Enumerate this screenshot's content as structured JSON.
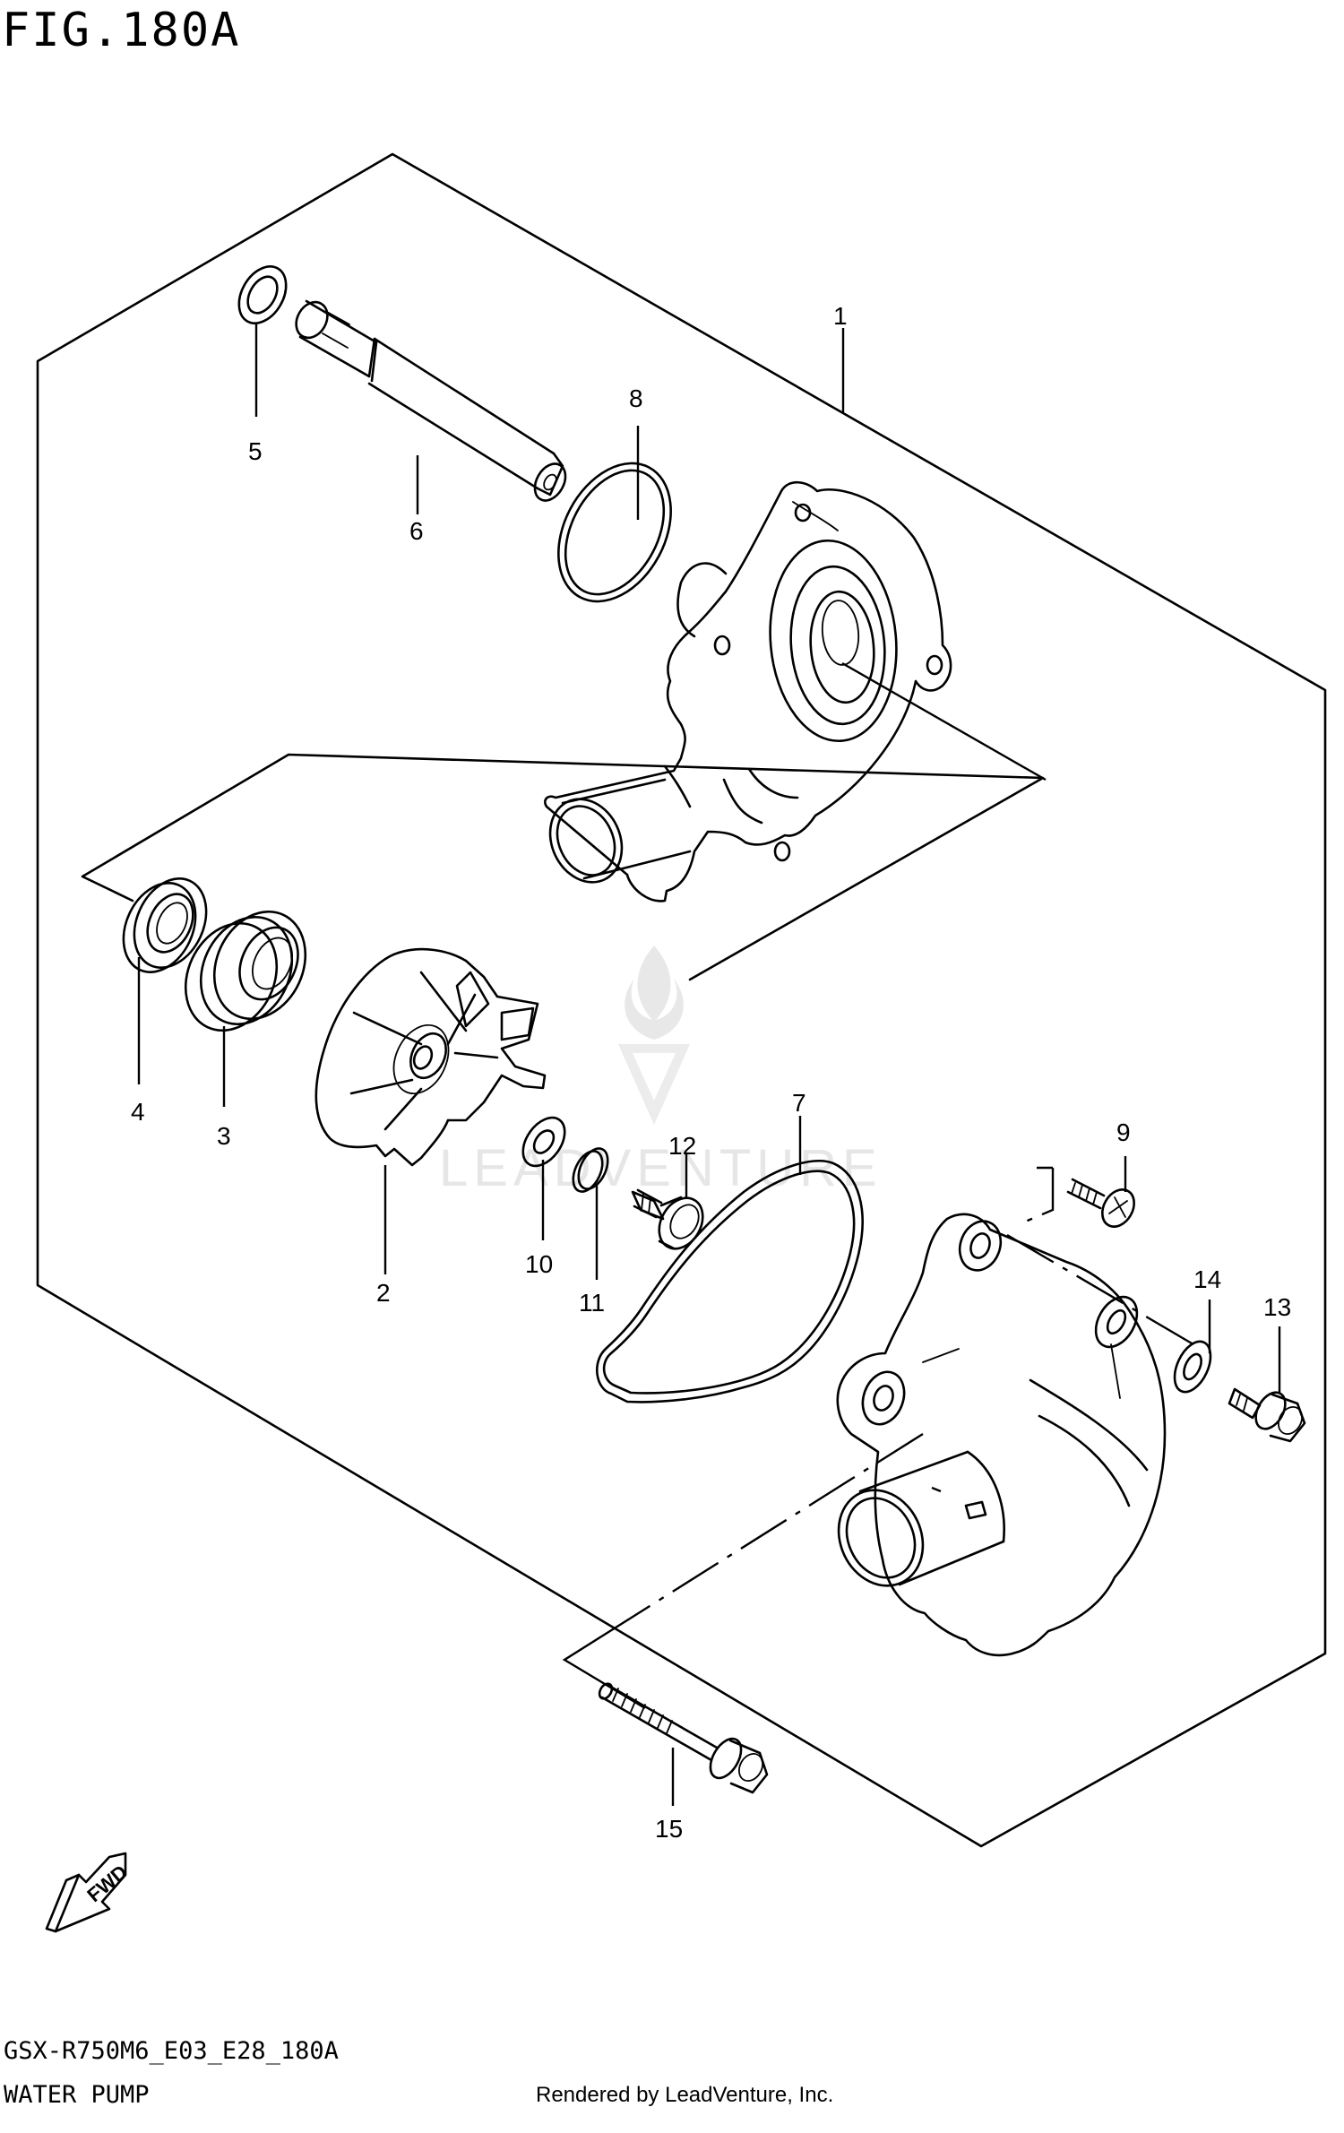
{
  "figure": {
    "title": "FIG.180A"
  },
  "footer": {
    "model_code": "GSX-R750M6_E03_E28_180A",
    "assembly_name": "WATER PUMP",
    "rendered_by": "Rendered by LeadVenture, Inc."
  },
  "watermark": {
    "text": "LEADVENTURE"
  },
  "fwd_arrow": {
    "label": "FWD"
  },
  "callouts": {
    "c1": "1",
    "c2": "2",
    "c3": "3",
    "c4": "4",
    "c5": "5",
    "c6": "6",
    "c7": "7",
    "c8": "8",
    "c9": "9",
    "c10": "10",
    "c11": "11",
    "c12": "12",
    "c13": "13",
    "c14": "14",
    "c15": "15"
  }
}
